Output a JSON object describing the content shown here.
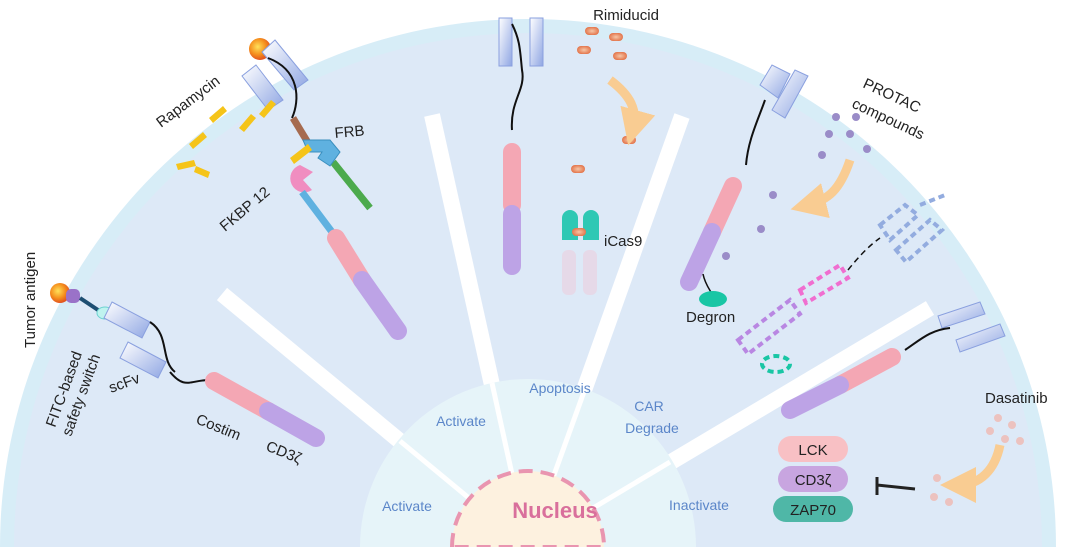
{
  "center": {
    "label": "Nucleus"
  },
  "zones": {
    "activate_outer": "Activate",
    "activate_inner": "Activate",
    "apoptosis": "Apoptosis",
    "car_degrade_line1": "CAR",
    "car_degrade_line2": "Degrade",
    "inactivate": "Inactivate"
  },
  "panel1": {
    "tumor_antigen": "Tumor antigen",
    "safety_switch_line1": "FITC-based",
    "safety_switch_line2": "safety switch",
    "scfv": "scFv",
    "costim": "Costim",
    "cd3z": "CD3ζ"
  },
  "panel2": {
    "rapamycin": "Rapamycin",
    "frb": "FRB",
    "fkbp": "FKBP 12"
  },
  "panel3": {
    "rimiducid": "Rimiducid",
    "icas9": "iCas9"
  },
  "panel4": {
    "protac_line1": "PROTAC",
    "protac_line2": "compounds",
    "degron": "Degron"
  },
  "panel5": {
    "dasatinib": "Dasatinib",
    "lck": "LCK",
    "cd3z": "CD3ζ",
    "zap70": "ZAP70"
  },
  "colors": {
    "ring_outer": "#d7edf7",
    "ring_fill": "#dde9f7",
    "inner_zone": "#e6f4f9",
    "nucleus": "#fdf1df",
    "nucleus_dash": "#e995b0",
    "pink": "#f4a7b4",
    "purple": "#bda3e6",
    "arrow": "#f9cc92",
    "rapamycin": "#f5c419",
    "icas": "#2ec8b4"
  }
}
